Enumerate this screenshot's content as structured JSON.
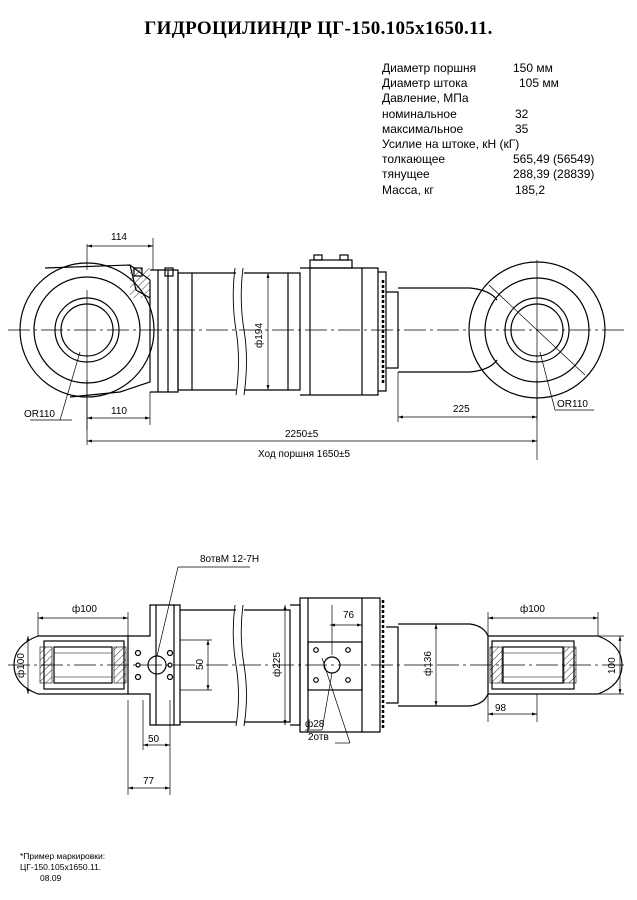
{
  "title": "ГИДРОЦИЛИНДР ЦГ-150.105х1650.11.",
  "specs": [
    {
      "label": "Диаметр поршня",
      "value": "150 мм"
    },
    {
      "label": "Диаметр штока",
      "value": "105 мм"
    },
    {
      "label": "Давление, МПа",
      "value": ""
    },
    {
      "label": "номинальное",
      "value": "32"
    },
    {
      "label": "максимальное",
      "value": "35"
    },
    {
      "label": "Усилие на штоке, кН (кГ)",
      "value": ""
    },
    {
      "label": "толкающее",
      "value": "565,49 (56549)"
    },
    {
      "label": "тянущее",
      "value": "288,39 (28839)"
    },
    {
      "label": "Масса, кг",
      "value": "185,2"
    }
  ],
  "top_view": {
    "dim_lug": "114",
    "dim_rod_dia": "ф194",
    "dim_left_110": "110",
    "dim_right_225": "225",
    "dim_total": "2250±5",
    "dim_stroke": "Ход поршня 1650±5",
    "radius_left": "ОR110",
    "radius_right": "ОR110"
  },
  "bottom_view": {
    "holes_note": "8отвМ  12-7Н",
    "dim_left_dia": "ф100",
    "dim_left_height": "ф100",
    "dim_flange_50v": "50",
    "dim_flange_50h": "50",
    "dim_flange_77": "77",
    "dim_body_dia": "ф225",
    "dim_port_76": "76",
    "dim_port_28": "ф28",
    "dim_port_holes": "2отв",
    "dim_rod_136": "ф136",
    "dim_right_dia": "ф100",
    "dim_right_height": "100",
    "dim_right_98": "98"
  },
  "note": {
    "line1": "*Пример маркировки:",
    "line2": "ЦГ-150.105х1650.11.",
    "line3": "08.09"
  }
}
